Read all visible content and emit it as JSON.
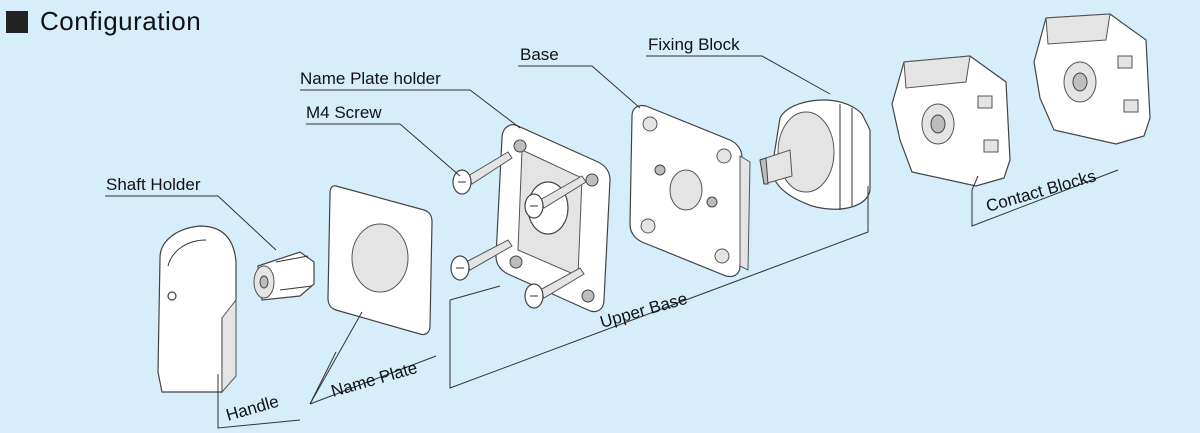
{
  "header": {
    "title": "Configuration"
  },
  "labels": {
    "shaft_holder": "Shaft Holder",
    "handle": "Handle",
    "name_plate": "Name Plate",
    "m4_screw": "M4 Screw",
    "name_plate_holder": "Name Plate holder",
    "base": "Base",
    "fixing_block": "Fixing Block",
    "upper_base": "Upper  Base",
    "contact_blocks": "Contact Blocks"
  },
  "colors": {
    "background": "#d6eef9",
    "line": "#333333",
    "part_fill": "#ffffff"
  }
}
